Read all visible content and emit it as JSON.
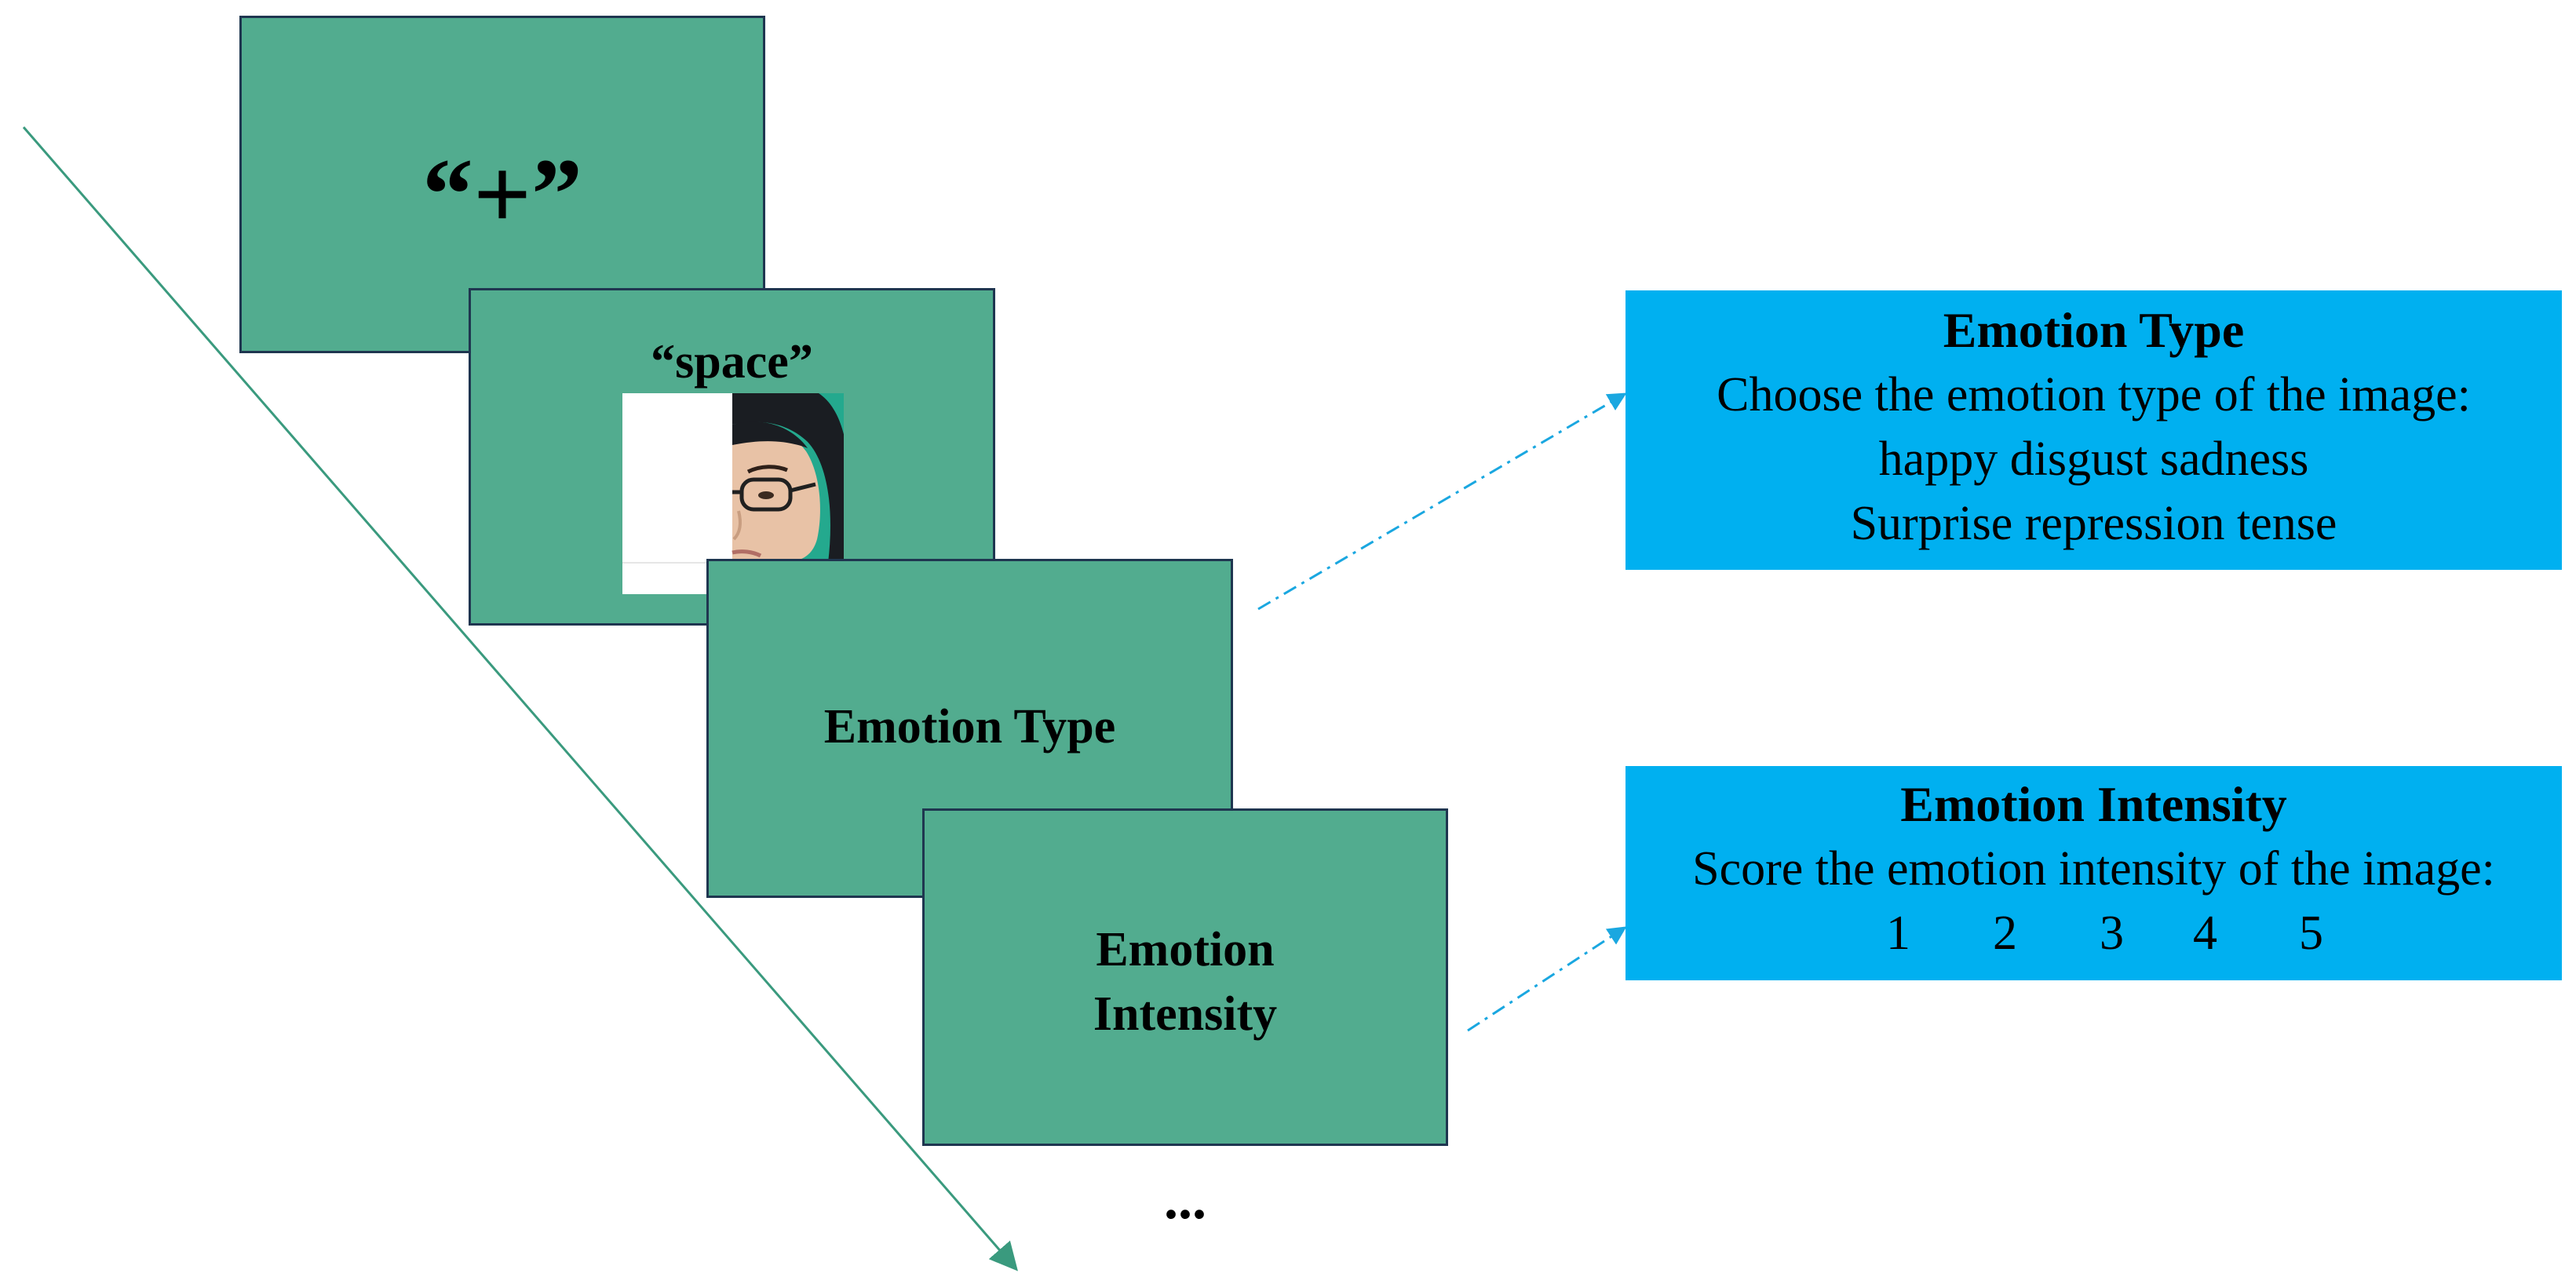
{
  "slides": {
    "fixation": {
      "symbol": "“+”"
    },
    "stimulus": {
      "label": "“space”"
    },
    "emotion_type": {
      "label": "Emotion Type"
    },
    "emotion_intensity": {
      "line1": "Emotion",
      "line2": "Intensity"
    }
  },
  "continuation": "...",
  "panels": {
    "type": {
      "title": "Emotion Type",
      "prompt": "Choose the emotion type of the image:",
      "options_line1": "happy disgust sadness",
      "options_line2": "Surprise repression tense"
    },
    "intensity": {
      "title": "Emotion Intensity",
      "prompt": "Score the emotion intensity of the image:",
      "scores": [
        "1",
        "2",
        "3",
        "4",
        "5"
      ]
    }
  },
  "colors": {
    "slide_fill": "#52ac8f",
    "slide_border": "#1f3650",
    "panel_fill": "#00b0f0",
    "timeline_arrow": "#3a9a7e",
    "connector": "#1aa7e0"
  }
}
